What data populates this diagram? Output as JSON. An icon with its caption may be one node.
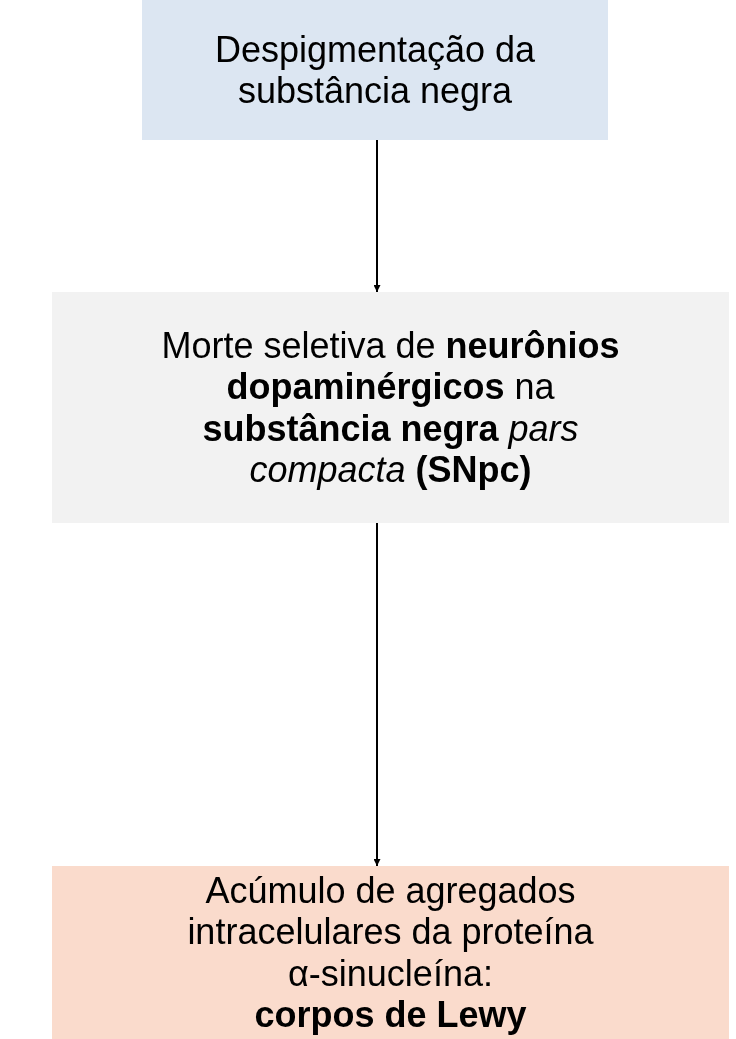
{
  "diagram": {
    "nodes": [
      {
        "text": [
          "Despigmentação da substância negra"
        ]
      },
      {
        "text": [
          "Morte seletiva de **neurônios dopaminérgicos** na **substância negra** *pars compacta* **(SNpc)**"
        ]
      },
      {
        "text": [
          "Acúmulo de agregados intracelulares da proteína α-sinucleína:",
          "corpos de Lewy"
        ]
      }
    ],
    "edges": [
      {
        "from": 0,
        "to": 1,
        "arrow": "to"
      },
      {
        "from": 1,
        "to": 2,
        "arrow": "to"
      }
    ]
  }
}
